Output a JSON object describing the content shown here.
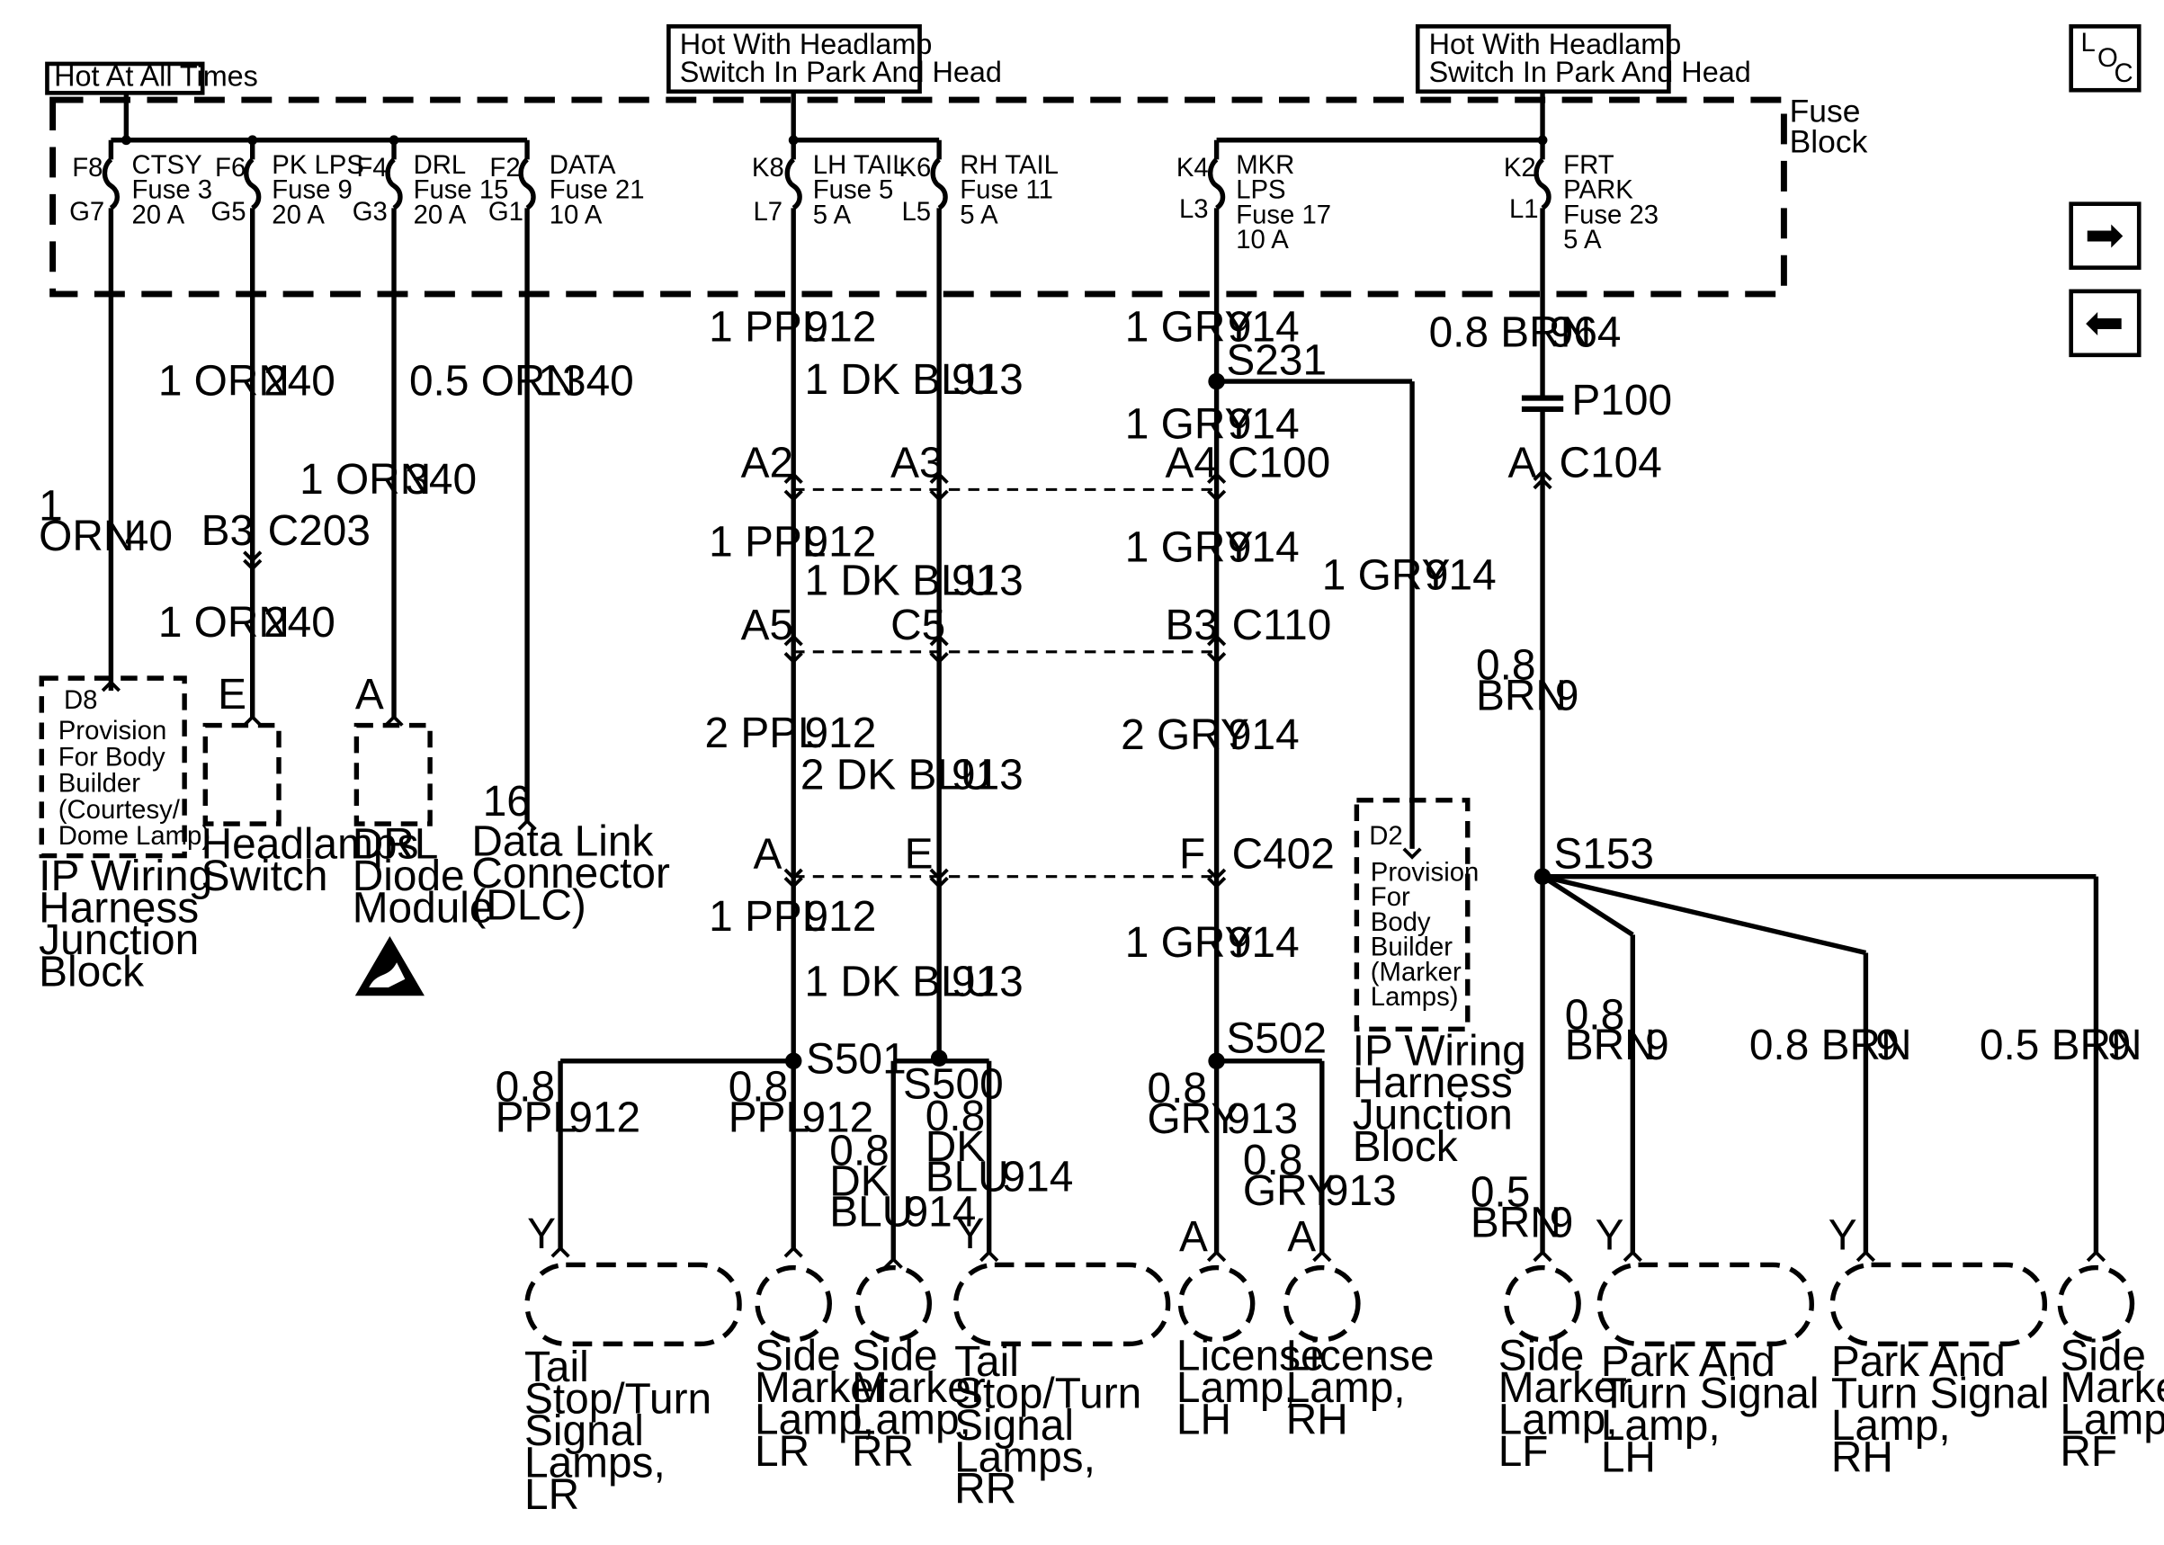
{
  "header": {
    "hot_all_times": "Hot At All Times",
    "hot_headlamp_1a": "Hot With Headlamp",
    "hot_headlamp_1b": "Switch In Park And Head",
    "hot_headlamp_2a": "Hot With Headlamp",
    "hot_headlamp_2b": "Switch In Park And Head"
  },
  "fuse_block": {
    "line1": "Fuse",
    "line2": "Block"
  },
  "fuses": [
    {
      "top": "F8",
      "bot": "G7",
      "l1": "CTSY",
      "l2": "Fuse 3",
      "l3": "20 A",
      "l4": ""
    },
    {
      "top": "F6",
      "bot": "G5",
      "l1": "PK LPS",
      "l2": "Fuse 9",
      "l3": "20 A",
      "l4": ""
    },
    {
      "top": "F4",
      "bot": "G3",
      "l1": "DRL",
      "l2": "Fuse 15",
      "l3": "20 A",
      "l4": ""
    },
    {
      "top": "F2",
      "bot": "G1",
      "l1": "DATA",
      "l2": "Fuse 21",
      "l3": "10 A",
      "l4": ""
    },
    {
      "top": "K8",
      "bot": "L7",
      "l1": "LH TAIL",
      "l2": "Fuse 5",
      "l3": "5 A",
      "l4": ""
    },
    {
      "top": "K6",
      "bot": "L5",
      "l1": "RH TAIL",
      "l2": "Fuse 11",
      "l3": "5 A",
      "l4": ""
    },
    {
      "top": "K4",
      "bot": "L3",
      "l1": "MKR",
      "l2": "LPS",
      "l3": "Fuse 17",
      "l4": "10 A"
    },
    {
      "top": "K2",
      "bot": "L1",
      "l1": "FRT",
      "l2": "PARK",
      "l3": "Fuse 23",
      "l4": "5 A"
    }
  ],
  "nav": {
    "loc_l": "L",
    "loc_o": "O",
    "loc_c": "C",
    "next_glyph": "➡",
    "prev_glyph": "⬅"
  },
  "wires": {
    "w1_ga": "1",
    "w1_col": "ORN",
    "w1_num": "40",
    "w2a_spec": "1 ORN",
    "w2a_num": "240",
    "w2b_spec": "1 ORN",
    "w2b_num": "240",
    "w3_spec": "1 ORN",
    "w3_num": "340",
    "w4_spec": "0.5 ORN",
    "w4_num": "1340",
    "p1_spec": "1 PPL",
    "p1_num": "912",
    "b1_spec": "1 DK BLU",
    "b1_num": "913",
    "p2_spec": "1 PPL",
    "p2_num": "912",
    "b2_spec": "1 DK BLU",
    "b2_num": "913",
    "p3_spec": "2 PPL",
    "p3_num": "912",
    "b3_spec": "2 DK BLU",
    "b3_num": "913",
    "p4_spec": "1 PPL",
    "p4_num": "912",
    "b4_spec": "1 DK BLU",
    "b4_num": "913",
    "g1_spec": "1 GRY",
    "g1_num": "914",
    "g2_spec": "1 GRY",
    "g2_num": "914",
    "g3_spec": "1 GRY",
    "g3_num": "914",
    "g4_spec": "2 GRY",
    "g4_num": "914",
    "g5_spec": "1 GRY",
    "g5_num": "914",
    "gb_spec": "1 GRY",
    "gb_num": "914",
    "br1_spec": "0.8 BRN",
    "br1_num": "964",
    "br2_ga": "0.8",
    "br2_col": "BRN",
    "br2_num": "9",
    "lr_ppl_ga": "0.8",
    "lr_ppl_col": "PPL",
    "lr_ppl_num": "912",
    "slr_ppl_ga": "0.8",
    "slr_ppl_col": "PPL",
    "slr_ppl_num": "912",
    "srr_blu_ga": "0.8",
    "srr_blu_c1": "DK",
    "srr_blu_c2": "BLU",
    "srr_blu_num": "914",
    "rr_blu_ga": "0.8",
    "rr_blu_c1": "DK",
    "rr_blu_c2": "BLU",
    "rr_blu_num": "914",
    "lic_l_ga": "0.8",
    "lic_l_col": "GRY",
    "lic_l_num": "913",
    "lic_r_ga": "0.8",
    "lic_r_col": "GRY",
    "lic_r_num": "913",
    "slf_ga": "0.5",
    "slf_col": "BRN",
    "slf_num": "9",
    "plh_ga": "0.8",
    "plh_col": "BRN",
    "plh_num": "9",
    "prh_spec": "0.8 BRN",
    "prh_num": "9",
    "srf_spec": "0.5 BRN",
    "srf_num": "9"
  },
  "connectors": {
    "b3": "B3",
    "c203": "C203",
    "a2": "A2",
    "a3": "A3",
    "a4": "A4",
    "c100": "C100",
    "a_c104": "A",
    "c104": "C104",
    "a5": "A5",
    "c5": "C5",
    "b3b": "B3",
    "c110": "C110",
    "a_c402": "A",
    "e_c402": "E",
    "f_c402": "F",
    "c402": "C402",
    "p100": "P100",
    "pin_e": "E",
    "pin_a": "A",
    "pin_16": "16",
    "y1": "Y",
    "y2": "Y",
    "y3": "Y",
    "y4": "Y",
    "a_lic1": "A",
    "a_lic2": "A"
  },
  "splices": {
    "s231": "S231",
    "s501": "S501",
    "s500": "S500",
    "s502": "S502",
    "s153": "S153"
  },
  "components": {
    "d8": "D8",
    "d8_lines": [
      "Provision",
      "For Body",
      "Builder",
      "(Courtesy/",
      "Dome Lamp)"
    ],
    "ip1_lines": [
      "IP Wiring",
      "Harness",
      "Junction",
      "Block"
    ],
    "headlamp_lines": [
      "Headlamps",
      "Switch"
    ],
    "drl_lines": [
      "DRL",
      "Diode",
      "Module"
    ],
    "dlc_lines": [
      "Data Link",
      "Connector",
      "(DLC)"
    ],
    "d2": "D2",
    "d2_lines": [
      "Provision",
      "For",
      "Body",
      "Builder",
      "(Marker",
      "Lamps)"
    ],
    "ip2_lines": [
      "IP Wiring",
      "Harness",
      "Junction",
      "Block"
    ],
    "tail_lr": [
      "Tail",
      "Stop/Turn",
      "Signal",
      "Lamps,",
      "LR"
    ],
    "side_lr": [
      "Side",
      "Marker",
      "Lamp,",
      "LR"
    ],
    "side_rr": [
      "Side",
      "Marker",
      "Lamp,",
      "RR"
    ],
    "tail_rr": [
      "Tail",
      "Stop/Turn",
      "Signal",
      "Lamps,",
      "RR"
    ],
    "lic_lh": [
      "License",
      "Lamp,",
      "LH"
    ],
    "lic_rh": [
      "License",
      "Lamp,",
      "RH"
    ],
    "side_lf": [
      "Side",
      "Marker",
      "Lamp,",
      "LF"
    ],
    "park_lh": [
      "Park And",
      "Turn Signal",
      "Lamp,",
      "LH"
    ],
    "park_rh": [
      "Park And",
      "Turn Signal",
      "Lamp,",
      "RH"
    ],
    "side_rf": [
      "Side",
      "Marker",
      "Lamp,",
      "RF"
    ]
  }
}
